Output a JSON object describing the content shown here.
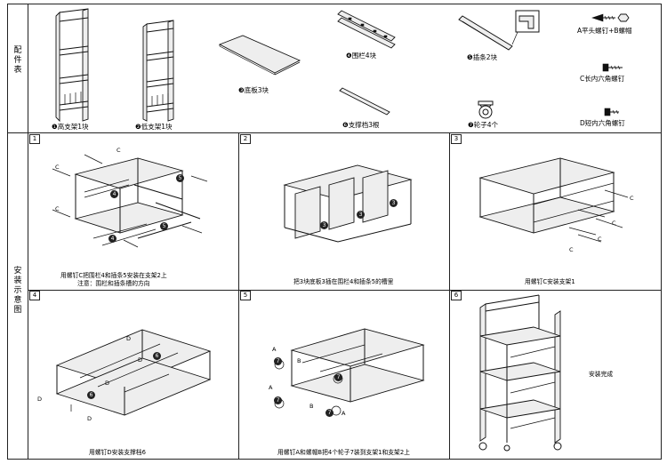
{
  "sidebar": {
    "parts_title": "配件表",
    "install_title": "安装示意图"
  },
  "parts": {
    "tall_frame": {
      "num": "❶",
      "label": "高支架1块"
    },
    "short_frame": {
      "num": "❷",
      "label": "低支架1块"
    },
    "bottom_board": {
      "num": "❸",
      "label": "底板3块"
    },
    "rail": {
      "num": "❹",
      "label": "围栏4块"
    },
    "slot_strip": {
      "num": "❺",
      "label": "插条2块"
    },
    "support_rod": {
      "num": "❻",
      "label": "支撑档3根"
    },
    "wheel": {
      "num": "❼",
      "label": "轮子4个"
    },
    "screw_a": {
      "label": "A平头螺钉+B螺帽"
    },
    "screw_c": {
      "label": "C长内六角螺钉"
    },
    "screw_d": {
      "label": "D短内六角螺钉"
    }
  },
  "steps": [
    {
      "num": "1",
      "caption_line1": "用螺钉C把围栏4和插条5安装在支架2上",
      "caption_line2": "注意：围栏和插条槽的方向"
    },
    {
      "num": "2",
      "caption_line1": "把3块底板3插在围栏4和插条5的槽里",
      "caption_line2": ""
    },
    {
      "num": "3",
      "caption_line1": "用螺钉C安装支架1",
      "caption_line2": ""
    },
    {
      "num": "4",
      "caption_line1": "用螺钉D安装支撑档6",
      "caption_line2": ""
    },
    {
      "num": "5",
      "caption_line1": "用螺钉A和螺帽B把4个轮子7装到支架1和支架2上",
      "caption_line2": ""
    },
    {
      "num": "6",
      "caption_line1": "安装完成",
      "caption_line2": ""
    }
  ],
  "marks": {
    "a": "A",
    "b": "B",
    "c": "C",
    "d": "D",
    "n3": "3",
    "n4": "4",
    "n5": "5",
    "n6": "6",
    "n7": "7"
  }
}
